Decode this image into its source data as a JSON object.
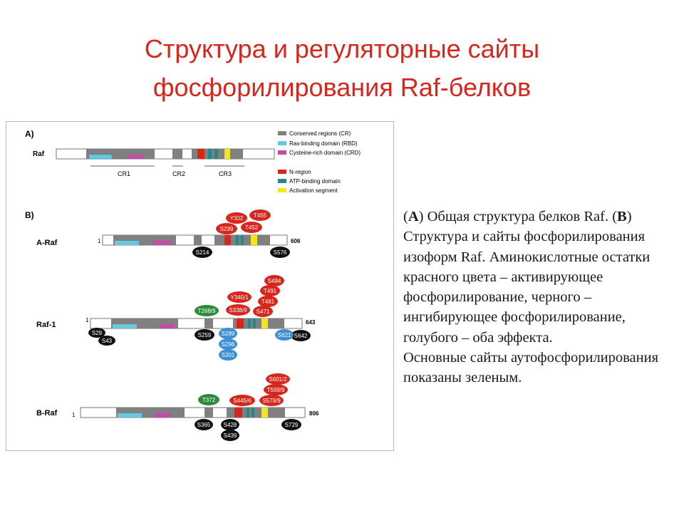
{
  "slide": {
    "title_line1": "Структура и регуляторные сайты",
    "title_line2": "фосфорилирования Raf-белков"
  },
  "caption": {
    "open_paren_a": "(",
    "letter_a": "А",
    "part_a": ") Общая структура белков Raf.  (",
    "letter_b": "В",
    "part_b": ") Структура и сайты фосфорилирования изоформ Raf. Аминокислотные остатки красного цвета – активирующее фосфорилирование, черного – ингибирующее фосфорилирование, голубого – оба эффекта.",
    "part_c": "Основные сайты аутофосфорилирования показаны зеленым."
  },
  "figure": {
    "panel_a": "A)",
    "panel_b": "B)",
    "raf": "Raf",
    "cr1": "CR1",
    "cr2": "CR2",
    "cr3": "CR3",
    "legend": [
      {
        "label": "Conserved regions (CR)",
        "color": "#808080"
      },
      {
        "label": "Ras-binding domain (RBD)",
        "color": "#68c8df"
      },
      {
        "label": "Cysteine-rich domain (CRD)",
        "color": "#c24bab"
      },
      {
        "label": "N-region",
        "color": "#d9261c"
      },
      {
        "label": "ATP-binding domain",
        "color": "#1f8a8a"
      },
      {
        "label": "Activation segment",
        "color": "#f2e71c"
      }
    ],
    "araf": {
      "name": "A-Raf",
      "start": "1",
      "end": "606",
      "red": [
        "Y302",
        "T455",
        "S299",
        "T452"
      ],
      "black": [
        "S214",
        "S576"
      ]
    },
    "raf1": {
      "name": "Raf-1",
      "start": "1",
      "end": "643",
      "red": [
        "S494",
        "T491",
        "Y340/1",
        "T481",
        "S338/9",
        "S471"
      ],
      "green": [
        "T268/9"
      ],
      "black": [
        "S29",
        "S43",
        "S259",
        "S642"
      ],
      "blue": [
        "S289",
        "S296",
        "S301",
        "S621"
      ]
    },
    "braf": {
      "name": "B-Raf",
      "start": "1",
      "end": "806",
      "red": [
        "S601/2",
        "T598/9",
        "S445/6",
        "S578/9"
      ],
      "green": [
        "T372"
      ],
      "black": [
        "S365",
        "S428",
        "S439",
        "S729"
      ]
    }
  }
}
